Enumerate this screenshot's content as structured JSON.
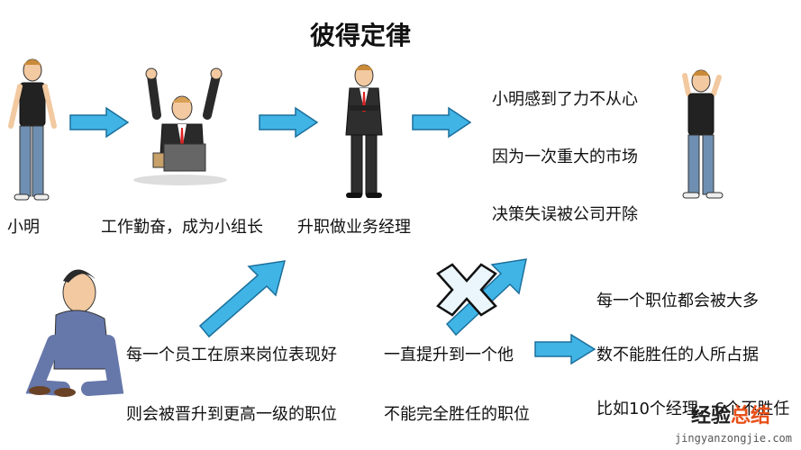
{
  "title": "彼得定律",
  "colors": {
    "arrow_fill": "#40b4e5",
    "arrow_stroke": "#1b6f9b",
    "cross_fill": "#eaf6fc"
  },
  "top_row": {
    "captions": [
      "小明",
      "工作勤奋，成为小组长",
      "升职做业务经理"
    ],
    "right_text": [
      "小明感到了力不从心",
      "因为一次重大的市场",
      "决策失误被公司开除"
    ]
  },
  "bottom_row": {
    "left_text": [
      "每一个员工在原来岗位表现好",
      "则会被晋升到更高一级的职位"
    ],
    "middle_text": [
      "一直提升到一个他",
      "不能完全胜任的职位"
    ],
    "right_text": [
      "每一个职位都会被大多",
      "数不能胜任的人所占据",
      "比如10个经理，6个不胜任"
    ]
  },
  "watermark": {
    "brand_a": "经验",
    "brand_b": "总结",
    "url": "jingyanzongjie.com"
  }
}
